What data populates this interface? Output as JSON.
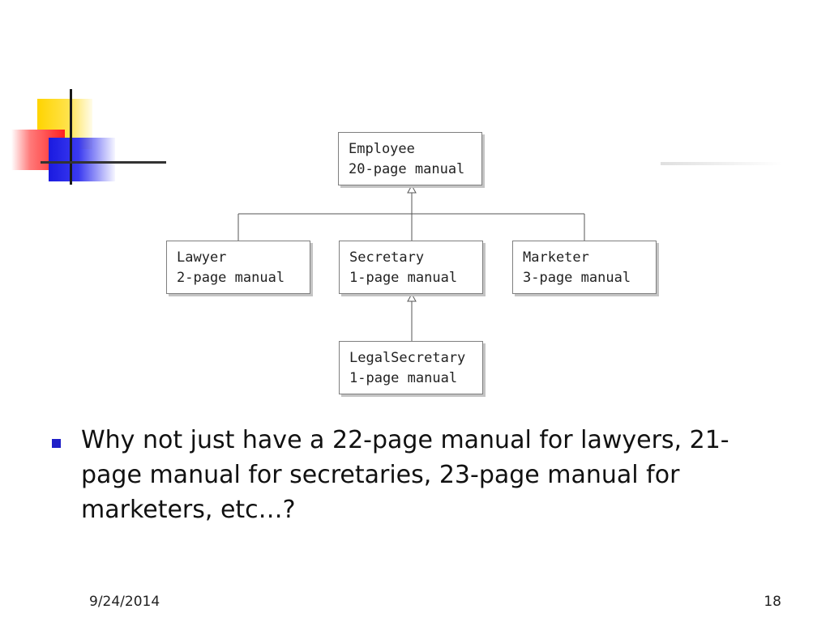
{
  "diagram": {
    "classes": [
      {
        "id": "employee",
        "name": "Employee",
        "note": "20-page manual"
      },
      {
        "id": "lawyer",
        "name": "Lawyer",
        "note": "2-page manual"
      },
      {
        "id": "secretary",
        "name": "Secretary",
        "note": "1-page manual"
      },
      {
        "id": "marketer",
        "name": "Marketer",
        "note": "3-page manual"
      },
      {
        "id": "legalsecretary",
        "name": "LegalSecretary",
        "note": "1-page manual"
      }
    ],
    "edges": [
      {
        "from": "lawyer",
        "to": "employee",
        "kind": "inheritance"
      },
      {
        "from": "secretary",
        "to": "employee",
        "kind": "inheritance"
      },
      {
        "from": "marketer",
        "to": "employee",
        "kind": "inheritance"
      },
      {
        "from": "legalsecretary",
        "to": "secretary",
        "kind": "inheritance"
      }
    ]
  },
  "bullet": {
    "text": "Why not just have a 22-page manual for lawyers, 21-page manual for secretaries, 23-page manual for marketers, etc…?"
  },
  "footer": {
    "date": "9/24/2014",
    "page_number": "18"
  },
  "colors": {
    "bullet": "#1f1fc8",
    "logo_yellow": "#ffd400",
    "logo_red": "#ff2020",
    "logo_blue": "#1a1ae0"
  }
}
